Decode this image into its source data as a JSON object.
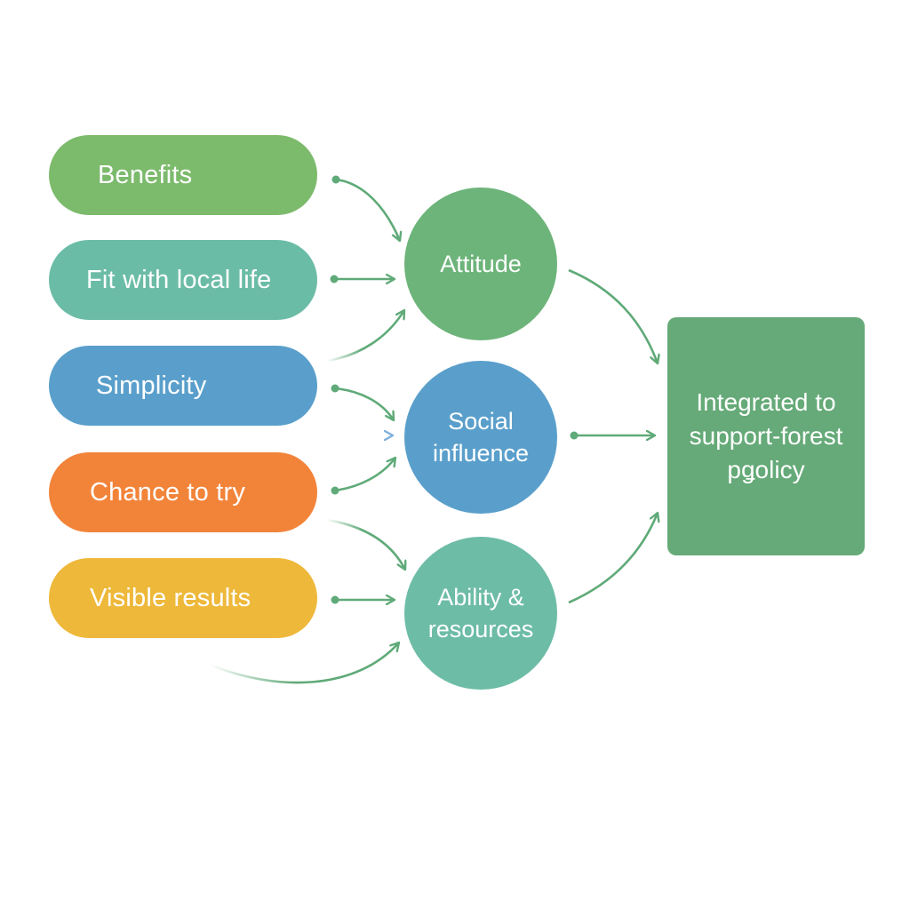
{
  "factors": [
    {
      "label": "Benefits",
      "color": "#7cba6c"
    },
    {
      "label": "Fit with local life",
      "color": "#6bbca6"
    },
    {
      "label": "Simplicity",
      "color": "#5a9fcb"
    },
    {
      "label": "Chance to try",
      "color": "#f2843a"
    },
    {
      "label": "Visible results",
      "color": "#eeb83a"
    }
  ],
  "mediators": [
    {
      "label": "Attitude",
      "color": "#6db47a"
    },
    {
      "label": "Social influence",
      "color": "#5a9fcb"
    },
    {
      "label": "Ability & resources",
      "color": "#6dbca6"
    }
  ],
  "outcome": {
    "label": "Integrated to support-forest pǥolicy",
    "color": "#65aa78"
  },
  "arrow_color": "#5faa78",
  "arrow_color_alt": "#7fb0dc"
}
